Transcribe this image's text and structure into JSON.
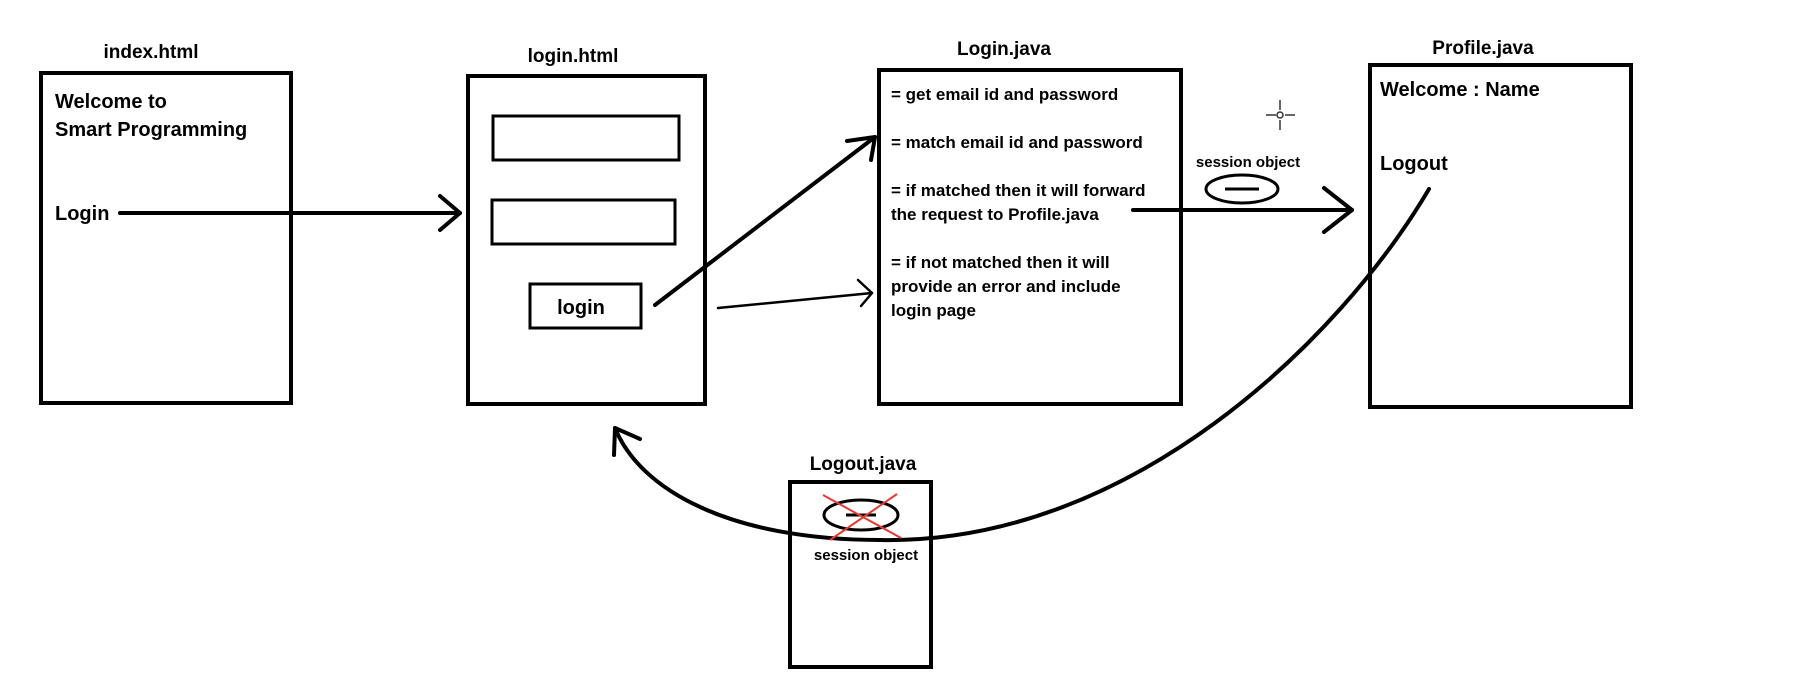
{
  "index": {
    "title": "index.html",
    "line1": "Welcome to",
    "line2": "Smart Programming",
    "link": "Login"
  },
  "login_page": {
    "title": "login.html",
    "button": "login"
  },
  "login_servlet": {
    "title": "Login.java",
    "items": [
      "= get email id and password",
      "= match email id and password",
      "= if matched then it will forward",
      "the request to Profile.java",
      "= if not matched then it will",
      "provide an error and include",
      "login page"
    ]
  },
  "profile": {
    "title": "Profile.java",
    "welcome": "Welcome : Name",
    "logout": "Logout"
  },
  "session": {
    "label": "session object"
  },
  "logout_servlet": {
    "title": "Logout.java",
    "session_label": "session object"
  },
  "colors": {
    "ink": "#000000",
    "cross": "#e53935",
    "background": "#ffffff"
  }
}
